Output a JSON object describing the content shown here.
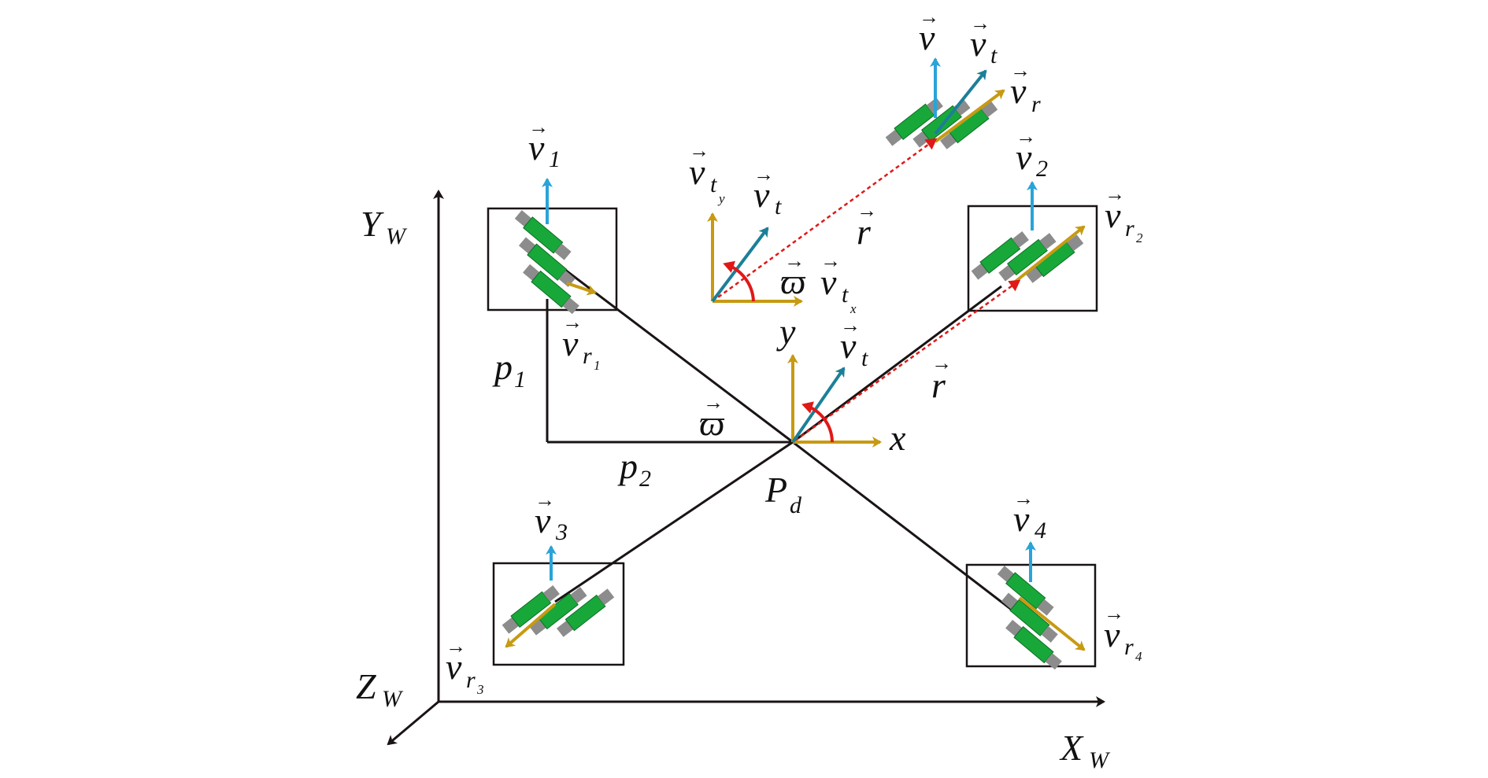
{
  "colors": {
    "black": "#1a1414",
    "blue": "#2aa3d8",
    "teal": "#1c7f98",
    "gold": "#c79a12",
    "red": "#e01818",
    "green": "#18a83a",
    "gray": "#8c8c8c"
  },
  "axes": {
    "Y": {
      "base": "Y",
      "sub": "W"
    },
    "X": {
      "base": "X",
      "sub": "W"
    },
    "Z": {
      "base": "Z",
      "sub": "W"
    }
  },
  "center": {
    "base": "P",
    "sub": "d"
  },
  "local_axes": {
    "x": "x",
    "y": "y"
  },
  "p1": {
    "base": "p",
    "sub": "1"
  },
  "p2": {
    "base": "p",
    "sub": "2"
  },
  "omega": "ϖ",
  "r": "r",
  "v": "v",
  "t": "t",
  "rr": "r",
  "n1": "1",
  "n2": "2",
  "n3": "3",
  "n4": "4",
  "tx": "x",
  "ty": "y",
  "arrow": "→"
}
